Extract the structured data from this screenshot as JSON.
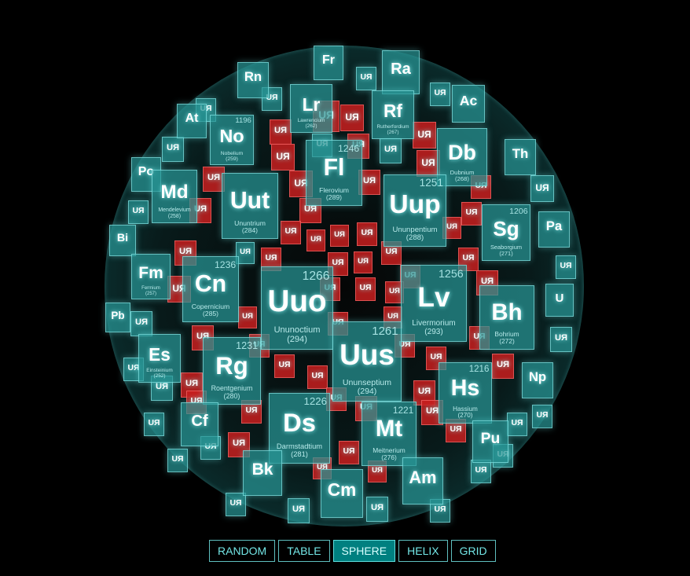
{
  "view": {
    "mode_buttons": [
      {
        "label": "RANDOM",
        "active": false
      },
      {
        "label": "TABLE",
        "active": false
      },
      {
        "label": "SPHERE",
        "active": true
      },
      {
        "label": "HELIX",
        "active": false
      },
      {
        "label": "GRID",
        "active": false
      }
    ]
  },
  "elements": [
    {
      "symbol": "Fr",
      "name": "",
      "mass": "",
      "number": ""
    },
    {
      "symbol": "Ra",
      "name": "",
      "mass": "",
      "number": ""
    },
    {
      "symbol": "Rn",
      "name": "",
      "mass": "",
      "number": ""
    },
    {
      "symbol": "Lr",
      "name": "Lawrencium",
      "mass": "(262)",
      "number": ""
    },
    {
      "symbol": "Rf",
      "name": "Rutherfordium",
      "mass": "(267)",
      "number": ""
    },
    {
      "symbol": "Ac",
      "name": "",
      "mass": "",
      "number": ""
    },
    {
      "symbol": "At",
      "name": "",
      "mass": "",
      "number": ""
    },
    {
      "symbol": "No",
      "name": "Nobelium",
      "mass": "(259)",
      "number": "1196"
    },
    {
      "symbol": "Fl",
      "name": "Flerovium",
      "mass": "(289)",
      "number": "1246"
    },
    {
      "symbol": "Db",
      "name": "Dubnium",
      "mass": "(268)",
      "number": ""
    },
    {
      "symbol": "Th",
      "name": "",
      "mass": "",
      "number": ""
    },
    {
      "symbol": "Po",
      "name": "",
      "mass": "",
      "number": ""
    },
    {
      "symbol": "Md",
      "name": "Mendelevium",
      "mass": "(258)",
      "number": ""
    },
    {
      "symbol": "Uut",
      "name": "Ununtrium",
      "mass": "(284)",
      "number": ""
    },
    {
      "symbol": "Uup",
      "name": "Ununpentium",
      "mass": "(288)",
      "number": "1251"
    },
    {
      "symbol": "Sg",
      "name": "Seaborgium",
      "mass": "(271)",
      "number": "1206"
    },
    {
      "symbol": "Pa",
      "name": "",
      "mass": "",
      "number": ""
    },
    {
      "symbol": "Bi",
      "name": "",
      "mass": "",
      "number": ""
    },
    {
      "symbol": "Fm",
      "name": "Fermium",
      "mass": "(257)",
      "number": ""
    },
    {
      "symbol": "Cn",
      "name": "Copernicium",
      "mass": "(285)",
      "number": "1236"
    },
    {
      "symbol": "Uuo",
      "name": "Ununoctium",
      "mass": "(294)",
      "number": "1266"
    },
    {
      "symbol": "Lv",
      "name": "Livermorium",
      "mass": "(293)",
      "number": "1256"
    },
    {
      "symbol": "Bh",
      "name": "Bohrium",
      "mass": "(272)",
      "number": ""
    },
    {
      "symbol": "U",
      "name": "",
      "mass": "",
      "number": ""
    },
    {
      "symbol": "Pb",
      "name": "",
      "mass": "",
      "number": ""
    },
    {
      "symbol": "Es",
      "name": "Einsteinium",
      "mass": "(252)",
      "number": ""
    },
    {
      "symbol": "Uus",
      "name": "Ununseptium",
      "mass": "(294)",
      "number": "1261"
    },
    {
      "symbol": "Rg",
      "name": "Roentgenium",
      "mass": "(280)",
      "number": "1231"
    },
    {
      "symbol": "Hs",
      "name": "Hassium",
      "mass": "(270)",
      "number": "1216"
    },
    {
      "symbol": "Np",
      "name": "",
      "mass": "",
      "number": ""
    },
    {
      "symbol": "Cf",
      "name": "",
      "mass": "",
      "number": ""
    },
    {
      "symbol": "Ds",
      "name": "Darmstadtium",
      "mass": "(281)",
      "number": "1226"
    },
    {
      "symbol": "Mt",
      "name": "Meitnerium",
      "mass": "(276)",
      "number": "1221"
    },
    {
      "symbol": "Pu",
      "name": "",
      "mass": "",
      "number": ""
    },
    {
      "symbol": "Bk",
      "name": "",
      "mass": "",
      "number": ""
    },
    {
      "symbol": "Am",
      "name": "",
      "mass": "",
      "number": ""
    },
    {
      "symbol": "Cm",
      "name": "",
      "mass": "",
      "number": ""
    }
  ],
  "mirrored_tile_label": "UЯ",
  "colors": {
    "background": "#000000",
    "tile_teal": "#2a9a9a",
    "tile_red": "#c81e1e",
    "button_border": "#7fffff",
    "button_active": "#009696"
  }
}
